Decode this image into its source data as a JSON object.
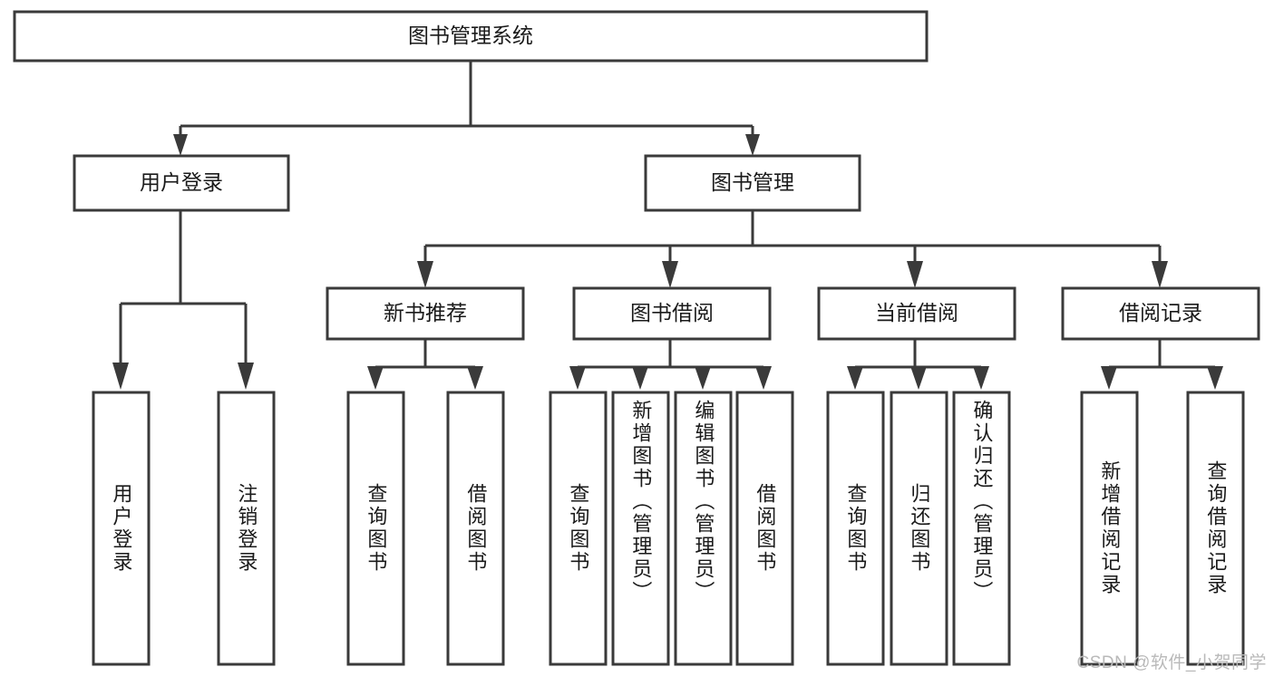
{
  "diagram": {
    "title_node": {
      "label": "图书管理系统"
    },
    "level2": [
      {
        "id": "user-login",
        "label": "用户登录"
      },
      {
        "id": "book-management",
        "label": "图书管理"
      }
    ],
    "level3": [
      {
        "id": "new-book-recommend",
        "label": "新书推荐"
      },
      {
        "id": "book-borrow",
        "label": "图书借阅"
      },
      {
        "id": "current-borrow",
        "label": "当前借阅"
      },
      {
        "id": "borrow-record",
        "label": "借阅记录"
      }
    ],
    "leaves": [
      {
        "id": "leaf-user-login",
        "label": "用户登录",
        "parent": "user-login"
      },
      {
        "id": "leaf-logout-login",
        "label": "注销登录",
        "parent": "user-login"
      },
      {
        "id": "leaf-query-book-1",
        "label": "查询图书",
        "parent": "new-book-recommend"
      },
      {
        "id": "leaf-borrow-book-1",
        "label": "借阅图书",
        "parent": "new-book-recommend"
      },
      {
        "id": "leaf-query-book-2",
        "label": "查询图书",
        "parent": "book-borrow"
      },
      {
        "id": "leaf-add-book-admin",
        "label": "新增图书（管理员）",
        "parent": "book-borrow"
      },
      {
        "id": "leaf-edit-book-admin",
        "label": "编辑图书（管理员）",
        "parent": "book-borrow"
      },
      {
        "id": "leaf-borrow-book-2",
        "label": "借阅图书",
        "parent": "book-borrow"
      },
      {
        "id": "leaf-query-book-3",
        "label": "查询图书",
        "parent": "current-borrow"
      },
      {
        "id": "leaf-return-book",
        "label": "归还图书",
        "parent": "current-borrow"
      },
      {
        "id": "leaf-confirm-return-admin",
        "label": "确认归还（管理员）",
        "parent": "current-borrow"
      },
      {
        "id": "leaf-add-borrow-record",
        "label": "新增借阅记录",
        "parent": "borrow-record"
      },
      {
        "id": "leaf-query-borrow-record",
        "label": "查询借阅记录",
        "parent": "borrow-record"
      }
    ],
    "watermark": "CSDN @软件_小贺同学",
    "colors": {
      "stroke": "#3a3a3a",
      "fill": "#ffffff",
      "text": "#1a1a1a",
      "watermark": "#b9b9b9"
    }
  }
}
